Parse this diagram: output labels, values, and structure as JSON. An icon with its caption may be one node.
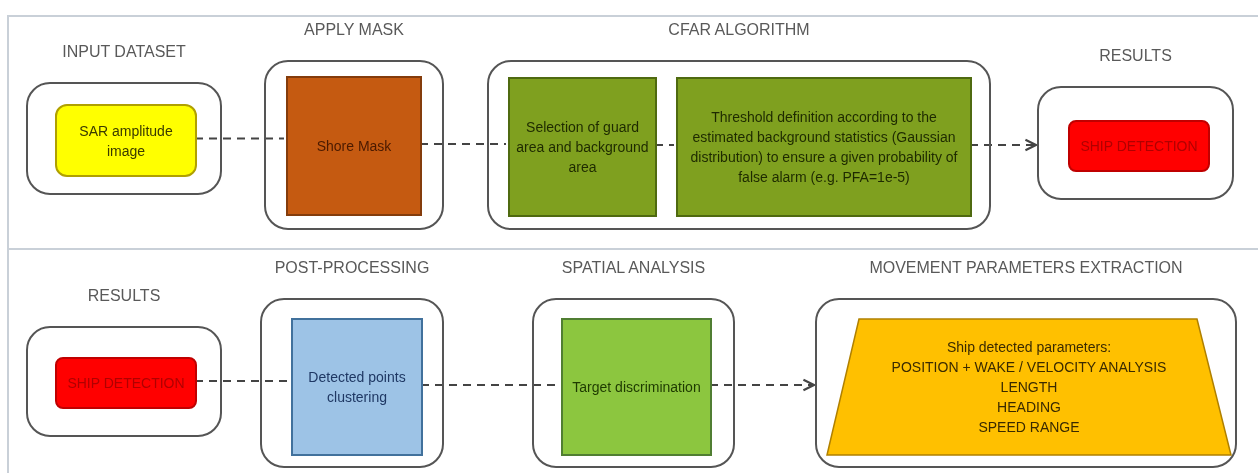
{
  "diagram": {
    "nodes": [
      {
        "text": [
          "INPUT DATASET"
        ]
      },
      {
        "text": [
          "SAR amplitude image"
        ],
        "in": 0
      },
      {
        "text": [
          "APPLY MASK"
        ]
      },
      {
        "text": [
          "Shore Mask"
        ],
        "in": 2
      },
      {
        "text": [
          "CFAR ALGORITHM"
        ]
      },
      {
        "text": [
          "Selection of guard area and background area"
        ],
        "in": 4
      },
      {
        "text": [
          "Threshold definition according to the estimated background statistics (Gaussian distribution) to ensure a given probability of false alarm (e.g. PFA=1e-5)"
        ],
        "in": 4
      },
      {
        "text": [
          "RESULTS"
        ]
      },
      {
        "text": [
          "SHIP DETECTION"
        ],
        "in": 7
      },
      {
        "text": [
          "RESULTS"
        ]
      },
      {
        "text": [
          "SHIP DETECTION"
        ],
        "in": 9
      },
      {
        "text": [
          "POST-PROCESSING"
        ]
      },
      {
        "text": [
          "Detected points clustering"
        ],
        "in": 11
      },
      {
        "text": [
          "SPATIAL ANALYSIS"
        ]
      },
      {
        "text": [
          "Target discrimination"
        ],
        "in": 13
      },
      {
        "text": [
          "MOVEMENT PARAMETERS EXTRACTION"
        ]
      },
      {
        "text": [
          "Ship detected parameters:",
          "POSITION + WAKE / VELOCITY ANALYSIS",
          "LENGTH",
          "HEADING",
          "SPEED RANGE"
        ],
        "in": 15
      }
    ],
    "edges": [
      {
        "from": 1,
        "to": 3,
        "arrow": "none",
        "style": "dashed"
      },
      {
        "from": 3,
        "to": 5,
        "arrow": "none",
        "style": "dashed"
      },
      {
        "from": 5,
        "to": 6,
        "arrow": "none",
        "style": "dashed"
      },
      {
        "from": 6,
        "to": 7,
        "arrow": "to",
        "style": "dashed"
      },
      {
        "from": 10,
        "to": 12,
        "arrow": "none",
        "style": "dashed"
      },
      {
        "from": 12,
        "to": 14,
        "arrow": "none",
        "style": "dashed"
      },
      {
        "from": 14,
        "to": 15,
        "arrow": "to",
        "style": "dashed"
      }
    ]
  }
}
